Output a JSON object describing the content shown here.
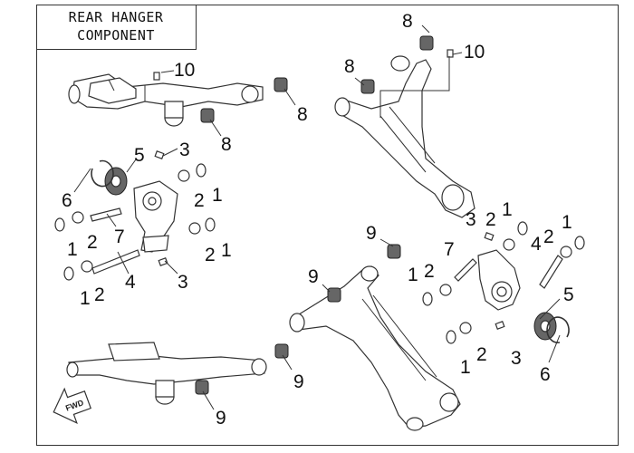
{
  "title": {
    "line1": "REAR HANGER",
    "line2": "COMPONENT"
  },
  "direction_arrow": {
    "label": "FWD"
  },
  "callouts": [
    {
      "id": "c1",
      "label": "10"
    },
    {
      "id": "c2",
      "label": "8"
    },
    {
      "id": "c3",
      "label": "8"
    },
    {
      "id": "c4",
      "label": "5"
    },
    {
      "id": "c5",
      "label": "3"
    },
    {
      "id": "c6",
      "label": "6"
    },
    {
      "id": "c7",
      "label": "7"
    },
    {
      "id": "c8",
      "label": "2"
    },
    {
      "id": "c9",
      "label": "1"
    },
    {
      "id": "c10",
      "label": "1"
    },
    {
      "id": "c11",
      "label": "2"
    },
    {
      "id": "c12",
      "label": "2"
    },
    {
      "id": "c13",
      "label": "1"
    },
    {
      "id": "c14",
      "label": "1"
    },
    {
      "id": "c15",
      "label": "2"
    },
    {
      "id": "c16",
      "label": "4"
    },
    {
      "id": "c17",
      "label": "3"
    },
    {
      "id": "c18",
      "label": "9"
    },
    {
      "id": "c19",
      "label": "9"
    },
    {
      "id": "c20",
      "label": "8"
    },
    {
      "id": "c21",
      "label": "10"
    },
    {
      "id": "c22",
      "label": "8"
    },
    {
      "id": "c23",
      "label": "3"
    },
    {
      "id": "c24",
      "label": "2"
    },
    {
      "id": "c25",
      "label": "1"
    },
    {
      "id": "c26",
      "label": "9"
    },
    {
      "id": "c27",
      "label": "7"
    },
    {
      "id": "c28",
      "label": "4"
    },
    {
      "id": "c29",
      "label": "2"
    },
    {
      "id": "c30",
      "label": "1"
    },
    {
      "id": "c31",
      "label": "9"
    },
    {
      "id": "c32",
      "label": "1"
    },
    {
      "id": "c33",
      "label": "2"
    },
    {
      "id": "c34",
      "label": "5"
    },
    {
      "id": "c35",
      "label": "2"
    },
    {
      "id": "c36",
      "label": "3"
    },
    {
      "id": "c37",
      "label": "1"
    },
    {
      "id": "c38",
      "label": "6"
    }
  ]
}
